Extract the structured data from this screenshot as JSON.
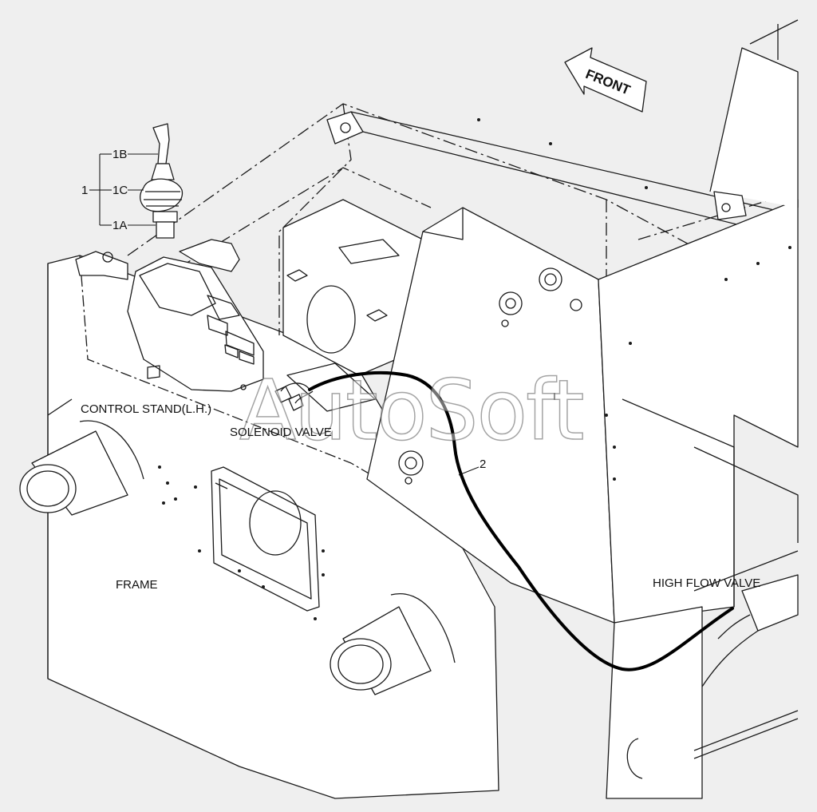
{
  "labels": {
    "part_1": "1",
    "part_1a": "1A",
    "part_1b": "1B",
    "part_1c": "1C",
    "part_2": "2",
    "front": "FRONT",
    "control_stand": "CONTROL STAND(L.H.)",
    "solenoid_valve": "SOLENOID VALVE",
    "frame": "FRAME",
    "high_flow_valve": "HIGH FLOW VALVE"
  },
  "watermark": "AutoSoft",
  "colors": {
    "background": "#efefef",
    "line": "#1a1a1a",
    "harness": "#000000",
    "panel_fill": "#ffffff"
  }
}
